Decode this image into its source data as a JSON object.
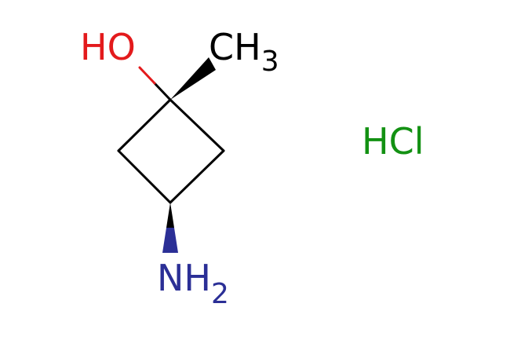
{
  "molecule": {
    "hydroxyl": {
      "label": "HO",
      "color": "#e31a1c"
    },
    "methyl": {
      "label": "CH",
      "subscript": "3",
      "color": "#000000"
    },
    "amine": {
      "label": "NH",
      "subscript": "2",
      "color": "#2b2f96"
    },
    "counterion": {
      "label": "HCl",
      "color": "#139113"
    },
    "bond_color": "#000000"
  }
}
